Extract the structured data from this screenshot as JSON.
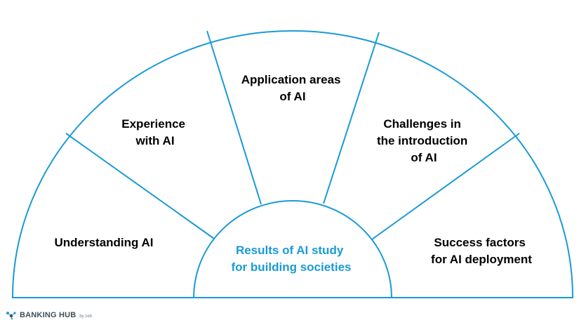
{
  "colors": {
    "accent": "#1a9ad6",
    "text": "#000000",
    "logo_text": "#3f4f5c"
  },
  "segments": [
    {
      "id": "understanding",
      "lines": [
        "Understanding AI"
      ]
    },
    {
      "id": "experience",
      "lines": [
        "Experience",
        "with AI"
      ]
    },
    {
      "id": "application",
      "lines": [
        "Application areas",
        "of AI"
      ]
    },
    {
      "id": "challenges",
      "lines": [
        "Challenges in",
        "the introduction",
        "of AI"
      ]
    },
    {
      "id": "success",
      "lines": [
        "Success factors",
        "for AI deployment"
      ]
    }
  ],
  "center": {
    "lines": [
      "Results of AI study",
      "for building societies"
    ]
  },
  "logo": {
    "icon": "network-dots-icon",
    "name": "BANKING HUB",
    "by": "by zeb"
  }
}
